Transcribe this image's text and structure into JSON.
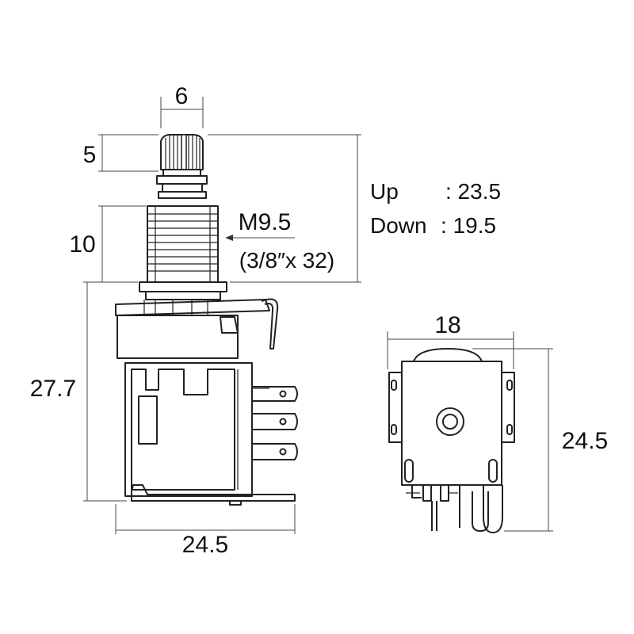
{
  "dimensions": {
    "shaft_diameter": "6",
    "knurl_height": "5",
    "bushing_length": "10",
    "body_height": "27.7",
    "body_width": "24.5",
    "side_width": "18",
    "side_height": "24.5"
  },
  "thread": {
    "spec": "M9.5",
    "imperial": "(3/8″x 32)"
  },
  "stroke": {
    "up_label": "Up",
    "up_value": ": 23.5",
    "down_label": "Down",
    "down_value": ": 19.5"
  }
}
